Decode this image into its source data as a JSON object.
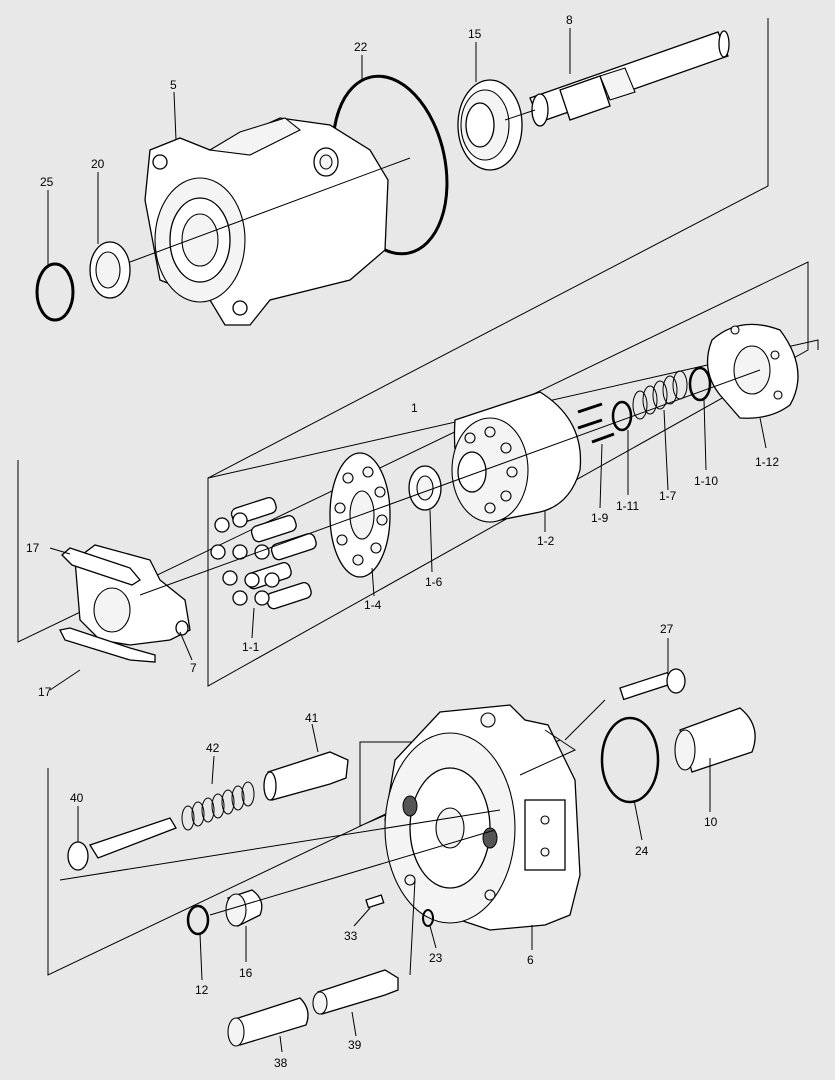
{
  "callouts": {
    "c25": "25",
    "c20": "20",
    "c5": "5",
    "c22": "22",
    "c15": "15",
    "c8": "8",
    "c1": "1",
    "c17a": "17",
    "c17b": "17",
    "c7": "7",
    "c1_1": "1-1",
    "c1_4": "1-4",
    "c1_6": "1-6",
    "c1_2": "1-2",
    "c1_9": "1-9",
    "c1_11": "1-11",
    "c1_7": "1-7",
    "c1_10": "1-10",
    "c1_12": "1-12",
    "c27": "27",
    "c41": "41",
    "c42": "42",
    "c40": "40",
    "c10": "10",
    "c24": "24",
    "c33": "33",
    "c23": "23",
    "c6": "6",
    "c12": "12",
    "c16": "16",
    "c38": "38",
    "c39": "39"
  }
}
